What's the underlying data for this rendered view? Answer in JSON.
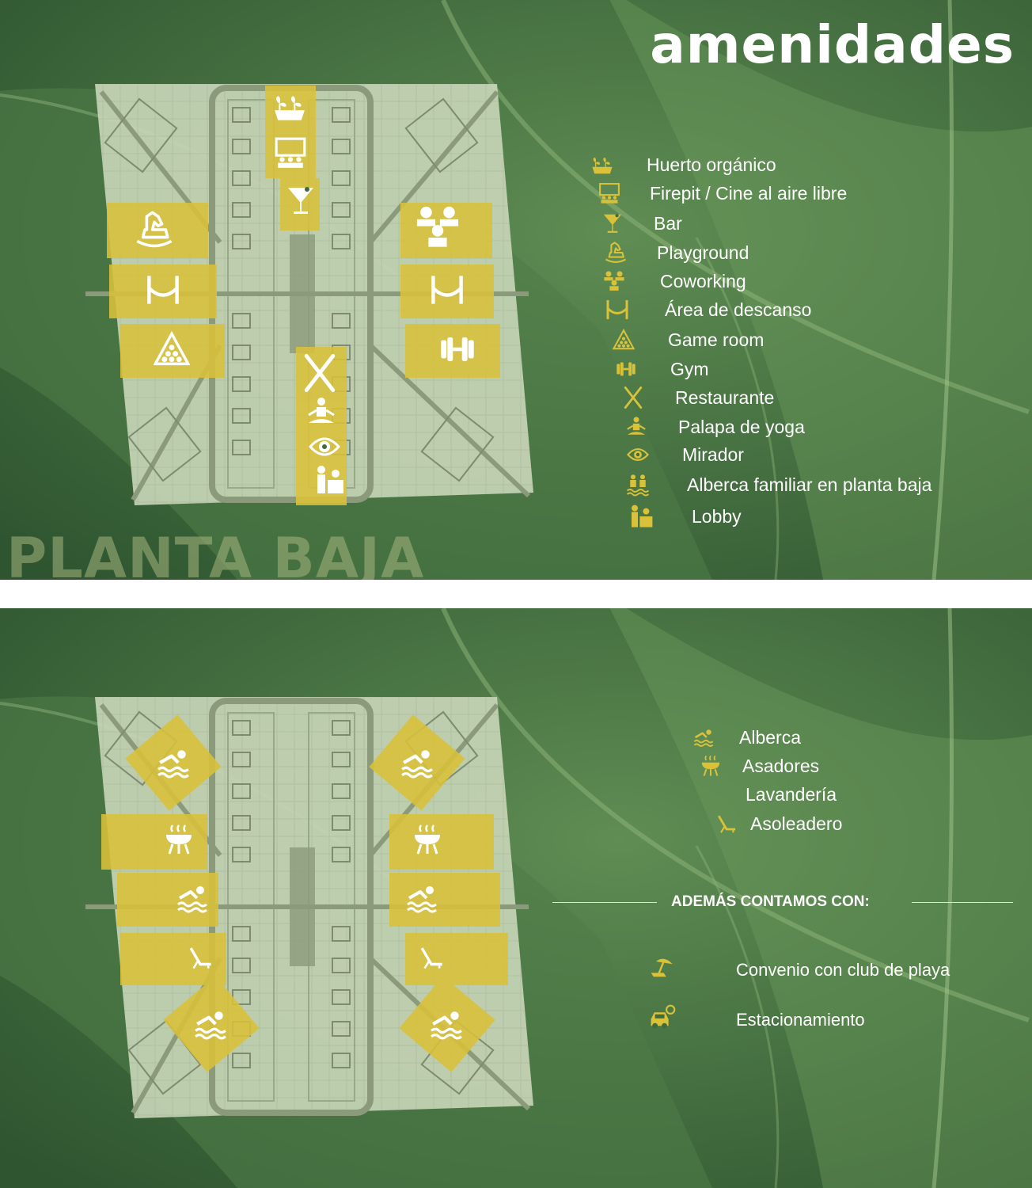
{
  "header": {
    "title": "amenidades"
  },
  "section1": {
    "watermark": "PLANTA BAJA",
    "legend": [
      {
        "icon": "garden-icon",
        "label": "Huerto orgánico"
      },
      {
        "icon": "cinema-icon",
        "label": "Firepit / Cine al aire libre"
      },
      {
        "icon": "cocktail-icon",
        "label": "Bar"
      },
      {
        "icon": "rocking-horse-icon",
        "label": "Playground"
      },
      {
        "icon": "coworking-icon",
        "label": "Coworking"
      },
      {
        "icon": "hammock-icon",
        "label": "Área de descanso"
      },
      {
        "icon": "billiard-icon",
        "label": "Game room"
      },
      {
        "icon": "dumbbell-icon",
        "label": "Gym"
      },
      {
        "icon": "fork-knife-icon",
        "label": "Restaurante"
      },
      {
        "icon": "yoga-icon",
        "label": "Palapa de yoga"
      },
      {
        "icon": "eye-icon",
        "label": "Mirador"
      },
      {
        "icon": "family-pool-icon",
        "label": "Alberca familiar en planta baja"
      },
      {
        "icon": "lobby-icon",
        "label": "Lobby"
      }
    ]
  },
  "section2": {
    "legend": [
      {
        "icon": "swimmer-icon",
        "label": "Alberca"
      },
      {
        "icon": "grill-icon",
        "label": "Asadores"
      },
      {
        "icon": "",
        "label": "Lavandería"
      },
      {
        "icon": "sunbed-icon",
        "label": "Asoleadero"
      }
    ],
    "extras_heading": "ADEMÁS CONTAMOS CON:",
    "extras": [
      {
        "icon": "beach-umbrella-icon",
        "label": "Convenio con club de playa"
      },
      {
        "icon": "parking-car-icon",
        "label": "Estacionamiento"
      }
    ]
  },
  "colors": {
    "gold": "#d9c13a",
    "leaf_dark": "#2f5530",
    "leaf_light": "#5b8a4f",
    "plan": "#c5d3b3",
    "white": "#ffffff"
  }
}
